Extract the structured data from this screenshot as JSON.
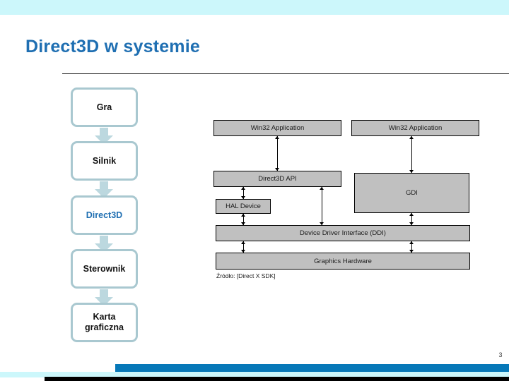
{
  "slide": {
    "title": "Direct3D w systemie",
    "page_number": "3",
    "accent_color": "#1f6fb2",
    "band_color": "#ccf7fb",
    "bar_color": "#0678b8"
  },
  "flow": {
    "box_border_color": "#a9c8d0",
    "arrow_color": "#bcd8df",
    "boxes": [
      {
        "label": "Gra",
        "accent": false
      },
      {
        "label": "Silnik",
        "accent": false
      },
      {
        "label": "Direct3D",
        "accent": true
      },
      {
        "label": "Sterownik",
        "accent": false
      },
      {
        "label": "Karta\ngraficzna",
        "accent": false
      }
    ]
  },
  "diagram": {
    "fill_color": "#c0c0c0",
    "caption": "Źródło: [Direct X SDK]",
    "boxes": [
      {
        "label": "Win32 Application"
      },
      {
        "label": "Win32 Application"
      },
      {
        "label": "Direct3D API"
      },
      {
        "label": "GDI"
      },
      {
        "label": "HAL Device"
      },
      {
        "label": "Device Driver Interface (DDI)"
      },
      {
        "label": "Graphics Hardware"
      }
    ]
  }
}
